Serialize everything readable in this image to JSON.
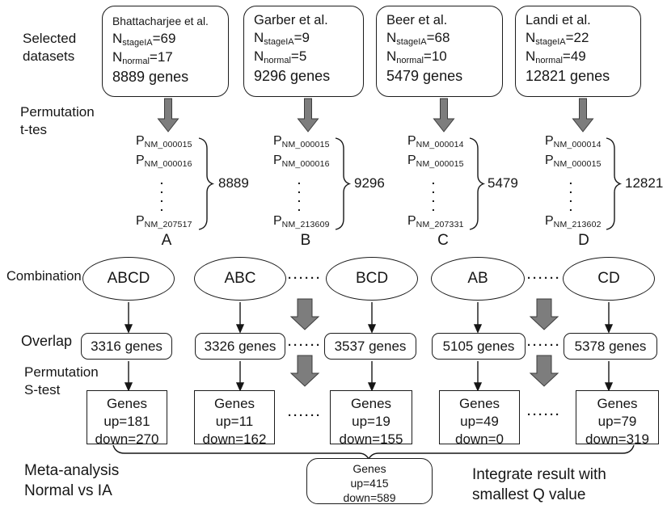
{
  "labels": {
    "selected_datasets": "Selected\ndatasets",
    "permutation_ttest": "Permutation\nt-tes",
    "combination": "Combination",
    "overlap": "Overlap",
    "permutation_stest": "Permutation\nS-test",
    "meta_analysis": "Meta-analysis\nNormal vs IA",
    "integrate": "Integrate result with\nsmallest Q value",
    "n_label": "N",
    "p_label": "P",
    "stage_sub": "stageIA",
    "normal_sub": "normal",
    "vdots": ".\n.\n.\n.",
    "hdots": "······"
  },
  "datasets": [
    {
      "name": "Bhattacharjee et al.",
      "stage_value": "=69",
      "normal_value": "=17",
      "genes": "8889 genes",
      "p_first": "NM_000015",
      "p_second": "NM_000016",
      "p_last": "NM_207517",
      "count": "8889",
      "letter": "A"
    },
    {
      "name": "Garber et al.",
      "stage_value": "=9",
      "normal_value": "=5",
      "genes": "9296 genes",
      "p_first": "NM_000015",
      "p_second": "NM_000016",
      "p_last": "NM_213609",
      "count": "9296",
      "letter": "B"
    },
    {
      "name": "Beer et al.",
      "stage_value": "=68",
      "normal_value": "=10",
      "genes": "5479 genes",
      "p_first": "NM_000014",
      "p_second": "NM_000015",
      "p_last": "NM_207331",
      "count": "5479",
      "letter": "C"
    },
    {
      "name": "Landi et al.",
      "stage_value": "=22",
      "normal_value": "=49",
      "genes": "12821 genes",
      "p_first": "NM_000014",
      "p_second": "NM_000015",
      "p_last": "NM_213602",
      "count": "12821",
      "letter": "D"
    }
  ],
  "combinations": [
    {
      "label": "ABCD",
      "overlap": "3316 genes",
      "genes_title": "Genes",
      "up": "up=181",
      "down": "down=270"
    },
    {
      "label": "ABC",
      "overlap": "3326 genes",
      "genes_title": "Genes",
      "up": "up=11",
      "down": "down=162"
    },
    {
      "label": "BCD",
      "overlap": "3537 genes",
      "genes_title": "Genes",
      "up": "up=19",
      "down": "down=155"
    },
    {
      "label": "AB",
      "overlap": "5105 genes",
      "genes_title": "Genes",
      "up": "up=49",
      "down": "down=0"
    },
    {
      "label": "CD",
      "overlap": "5378 genes",
      "genes_title": "Genes",
      "up": "up=79",
      "down": "down=319"
    }
  ],
  "result": {
    "title": "Genes",
    "up": "up=415",
    "down": "down=589"
  }
}
